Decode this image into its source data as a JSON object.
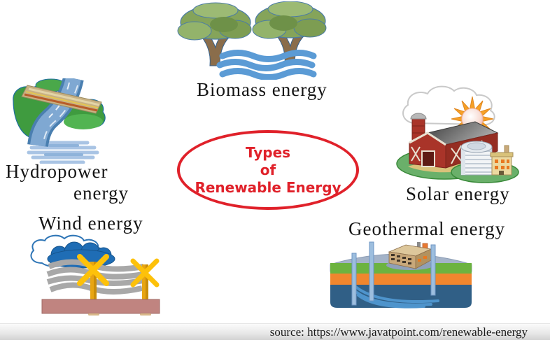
{
  "title": {
    "lines": [
      "Types",
      "of",
      "Renewable Energy"
    ]
  },
  "sections": {
    "biomass": {
      "label": "Biomass energy"
    },
    "hydropower": {
      "label_line1": "Hydropower",
      "label_line2": "energy"
    },
    "solar": {
      "label": "Solar energy"
    },
    "wind": {
      "label": "Wind energy"
    },
    "geothermal": {
      "label": "Geothermal energy"
    }
  },
  "footer": {
    "source": "source: https://www.javatpoint.com/renewable-energy"
  },
  "colors": {
    "accent_red": "#e0212a",
    "label_text": "#141414",
    "water_blue": "#5b9bd5",
    "tree_green": "#85a45a",
    "trunk_brown": "#8a6d4b",
    "bush_green": "#3f9b3f",
    "bridge_tan": "#c9b283",
    "wind_cloud_blue": "#1f6db5",
    "wind_wave_gray": "#a8a8a8",
    "turbine_yellow": "#fdc10a",
    "wind_ground_rose": "#c08480",
    "sun_orange": "#f6a127",
    "barn_red": "#a93429",
    "geo_surface": "#a4b3c8",
    "geo_green": "#6cb33f",
    "geo_orange": "#f0862e",
    "geo_deep_blue": "#305f86",
    "geo_pipe_blue": "#9dbede",
    "footer_bg_bottom": "#d2d2d2"
  }
}
